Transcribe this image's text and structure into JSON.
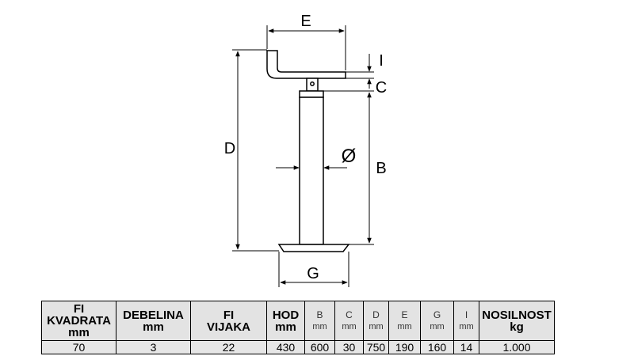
{
  "drawing": {
    "dimension_labels": {
      "E": "E",
      "I": "I",
      "C": "C",
      "D": "D",
      "diameter": "Ø",
      "B": "B",
      "G": "G"
    },
    "line_color": "#000000",
    "fill_color": "#ffffff"
  },
  "table": {
    "headers": [
      {
        "lines": [
          "FI",
          "KVADRATA",
          "mm"
        ],
        "style": "bold"
      },
      {
        "lines": [
          "DEBELINA",
          "mm"
        ],
        "style": "bold"
      },
      {
        "lines": [
          "FI",
          "VIJAKA"
        ],
        "style": "bold"
      },
      {
        "lines": [
          "HOD",
          "mm"
        ],
        "style": "bold"
      },
      {
        "lines": [
          "B",
          "mm"
        ],
        "style": "light"
      },
      {
        "lines": [
          "C",
          "mm"
        ],
        "style": "light"
      },
      {
        "lines": [
          "D",
          "mm"
        ],
        "style": "light"
      },
      {
        "lines": [
          "E",
          "mm"
        ],
        "style": "light"
      },
      {
        "lines": [
          "G",
          "mm"
        ],
        "style": "light"
      },
      {
        "lines": [
          "I",
          "mm"
        ],
        "style": "light"
      },
      {
        "lines": [
          "NOSILNOST",
          "kg"
        ],
        "style": "bold"
      }
    ],
    "row": [
      "70",
      "3",
      "22",
      "430",
      "600",
      "30",
      "750",
      "190",
      "160",
      "14",
      "1.000"
    ],
    "header_bg": "#e3e3e3",
    "row_bg": "#e6e6e6"
  }
}
